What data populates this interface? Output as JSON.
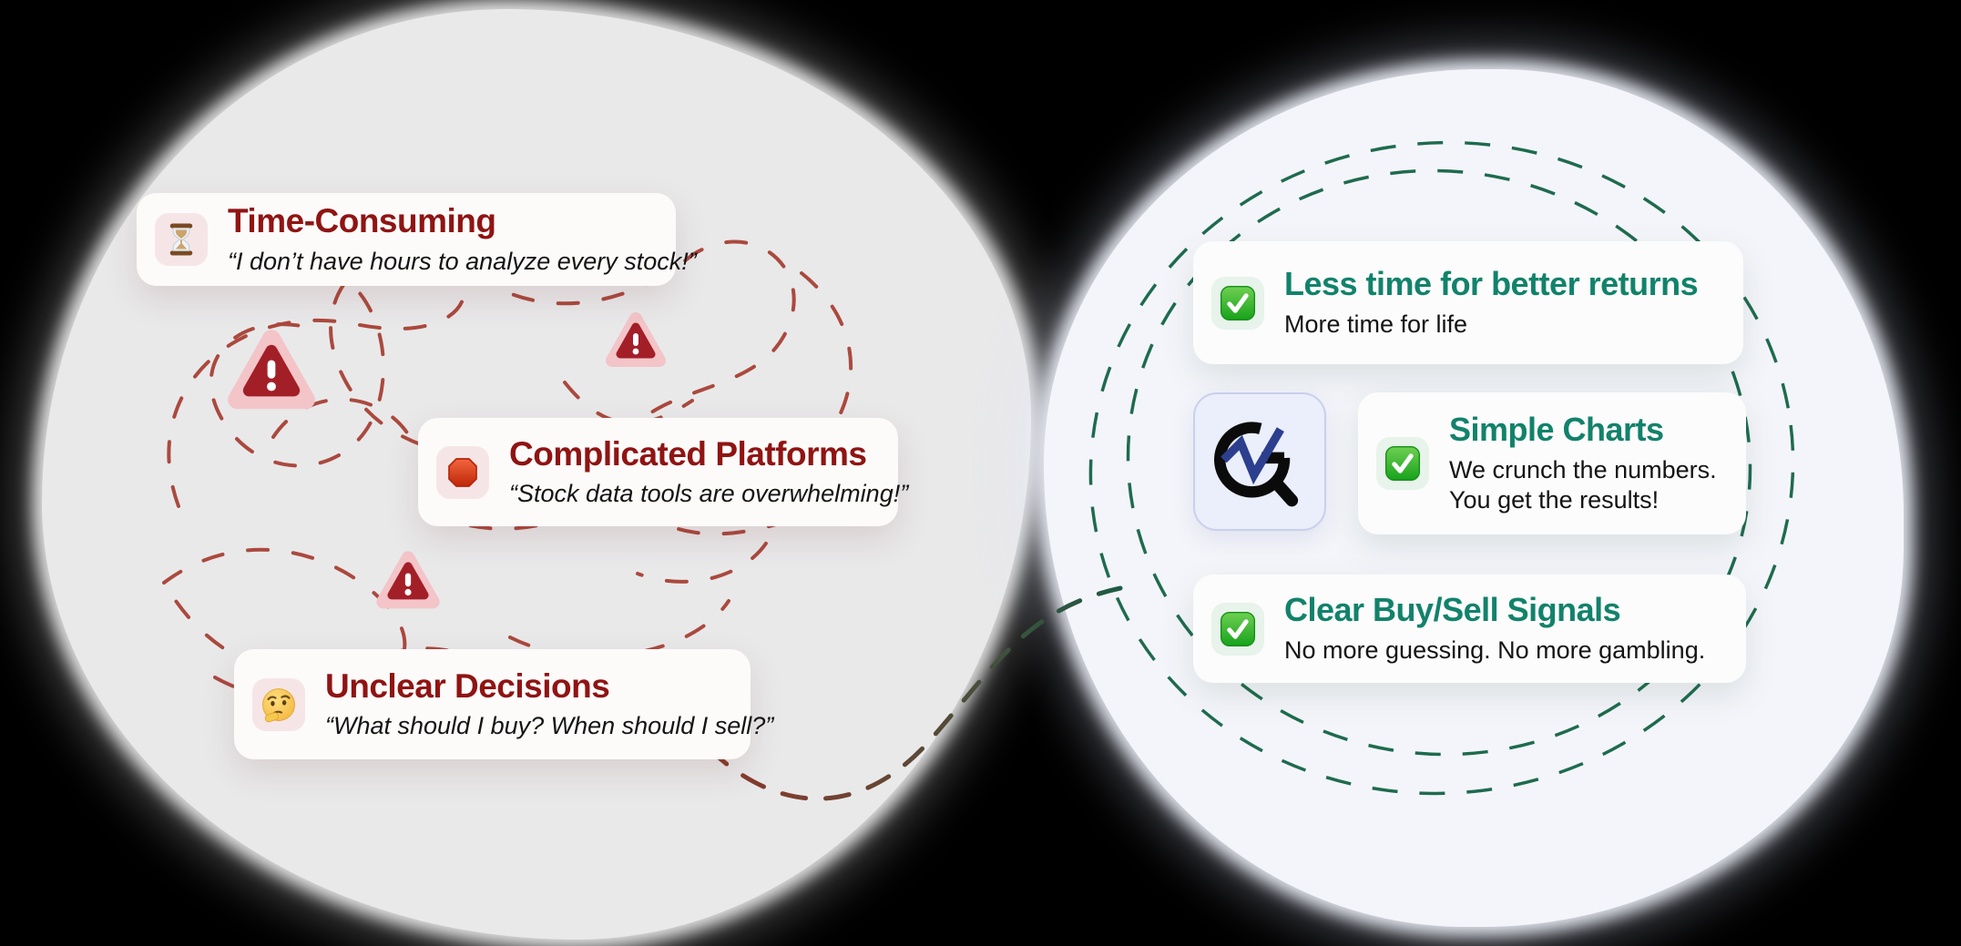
{
  "canvas": {
    "background": "#000000"
  },
  "problems": {
    "blob_color": "#e9e9ea",
    "accent_color": "#8f1413",
    "dash_color": "#a63c30",
    "warning_icon": "warning-triangle-icon",
    "warning_count": 3,
    "cards": [
      {
        "icon": "hourglass-icon",
        "title": "Time-Consuming",
        "quote": "“I don’t have hours to analyze every stock!”"
      },
      {
        "icon": "stop-sign-icon",
        "title": "Complicated Platforms",
        "quote": "“Stock data tools are overwhelming!”"
      },
      {
        "icon": "thinking-face-icon",
        "title": "Unclear Decisions",
        "quote": "“What should I buy? When should I sell?”"
      }
    ]
  },
  "solutions": {
    "blob_color": "#f4f5fa",
    "accent_color": "#12826b",
    "dash_color": "#1e6b4e",
    "logo": {
      "name": "magnifier-chart-logo",
      "tile_color": "#ebeefb",
      "glass_color": "#0b0b0b",
      "chart_line_color": "#2c3f8f"
    },
    "cards": [
      {
        "icon": "checkbox-icon",
        "title": "Less time for better returns",
        "description": "More time for life"
      },
      {
        "icon": "checkbox-icon",
        "title": "Simple Charts",
        "description": "We crunch the numbers. You get the results!",
        "description_line1": "We crunch the numbers.",
        "description_line2": "You get the results!"
      },
      {
        "icon": "checkbox-icon",
        "title": "Clear Buy/Sell Signals",
        "description": "No more guessing. No more gambling."
      }
    ]
  }
}
